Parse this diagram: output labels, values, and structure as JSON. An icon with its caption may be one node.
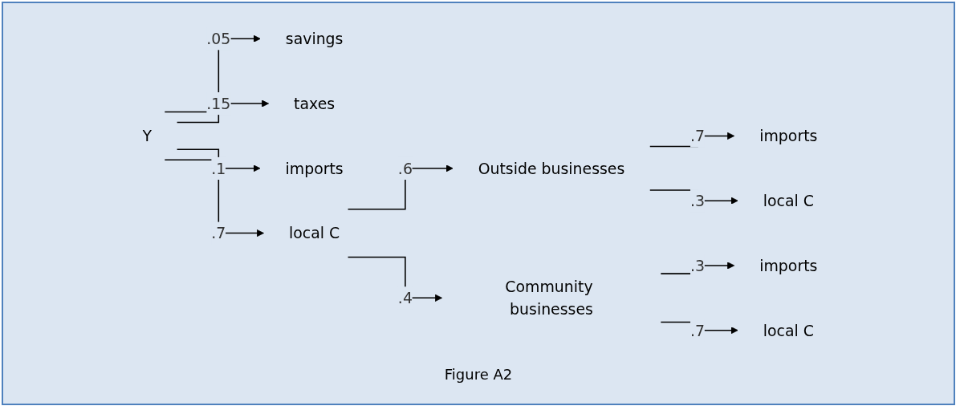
{
  "diagram": {
    "caption": "Figure A2",
    "nodes": [
      {
        "text": [
          "Y"
        ]
      },
      {
        "text": [
          "savings"
        ]
      },
      {
        "text": [
          "taxes"
        ]
      },
      {
        "text": [
          "imports"
        ]
      },
      {
        "text": [
          "local C"
        ]
      },
      {
        "text": [
          "Outside businesses"
        ]
      },
      {
        "text": [
          "Community businesses"
        ]
      },
      {
        "text": [
          "imports"
        ]
      },
      {
        "text": [
          "local C"
        ]
      },
      {
        "text": [
          "imports"
        ]
      },
      {
        "text": [
          "local C"
        ]
      }
    ],
    "edges": [
      {
        "from": 0,
        "to": 1,
        "arrow": "to",
        "label": ".05"
      },
      {
        "from": 0,
        "to": 2,
        "arrow": "to",
        "label": ".15"
      },
      {
        "from": 0,
        "to": 3,
        "arrow": "to",
        "label": ".1"
      },
      {
        "from": 0,
        "to": 4,
        "arrow": "to",
        "label": ".7"
      },
      {
        "from": 4,
        "to": 5,
        "arrow": "to",
        "label": ".6"
      },
      {
        "from": 4,
        "to": 6,
        "arrow": "to",
        "label": ".4"
      },
      {
        "from": 5,
        "to": 7,
        "arrow": "to",
        "label": ".7"
      },
      {
        "from": 5,
        "to": 8,
        "arrow": "to",
        "label": ".3"
      },
      {
        "from": 6,
        "to": 9,
        "arrow": "to",
        "label": ".3"
      },
      {
        "from": 6,
        "to": 10,
        "arrow": "to",
        "label": ".7"
      }
    ]
  }
}
